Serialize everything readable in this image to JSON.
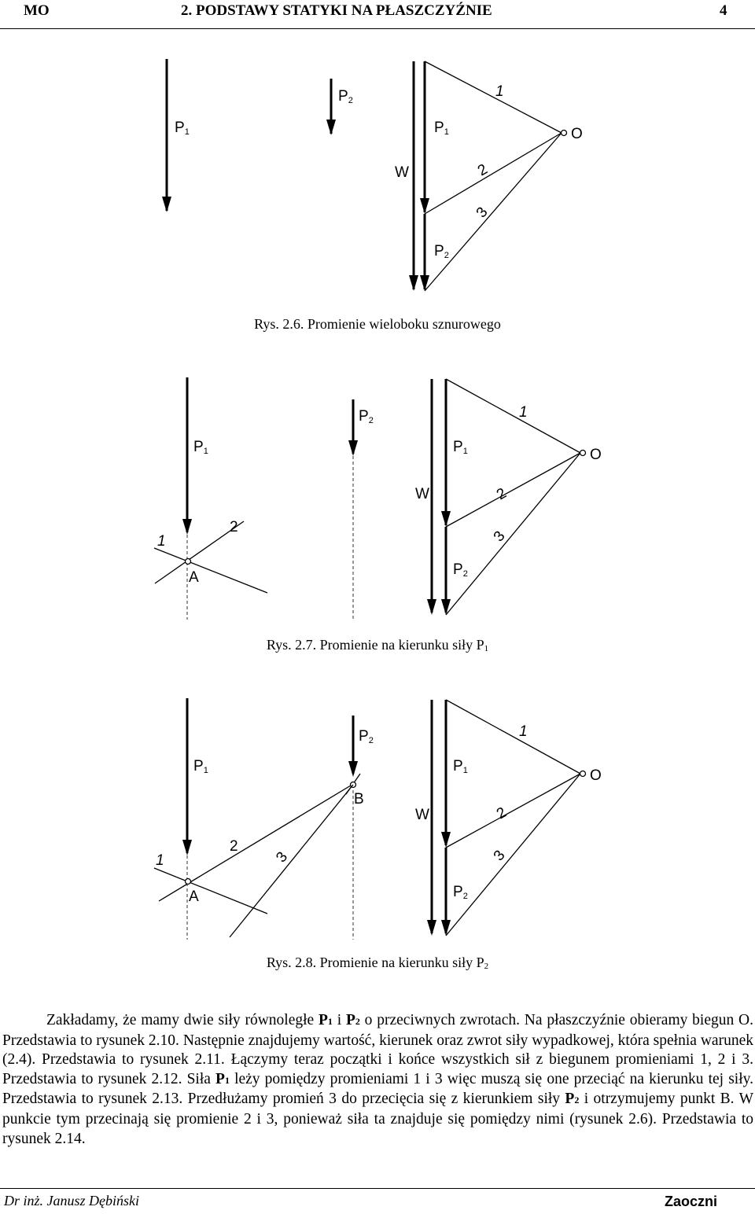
{
  "header": {
    "left": "MO",
    "title": "2. PODSTAWY STATYKI NA PŁASZCZYŹNIE",
    "page": "4"
  },
  "labels": {
    "P": "P",
    "sub1": "1",
    "sub2": "2",
    "W": "W",
    "O": "O",
    "A": "A",
    "B": "B",
    "ray1": "1",
    "ray2": "2",
    "ray3": "3"
  },
  "captions": {
    "fig6": "Rys. 2.6. Promienie wieloboku sznurowego",
    "fig7": "Rys. 2.7. Promienie na kierunku siły P",
    "fig7_sub": "1",
    "fig8": "Rys. 2.8. Promienie na kierunku siły P",
    "fig8_sub": "2"
  },
  "body": {
    "t1": "Zakładamy, że mamy dwie siły równoległe ",
    "p1": "P",
    "s1": "1",
    "t2": " i ",
    "p2": "P",
    "s2": "2",
    "t3": " o przeciwnych zwrotach. Na płaszczyźnie obieramy biegun O. Przedstawia to rysunek 2.10. Następnie znajdujemy wartość, kierunek oraz zwrot siły wypadkowej, która spełnia warunek (2.4). Przedstawia to rysunek 2.11. Łączymy teraz początki i końce wszystkich sił z biegunem promieniami 1, 2 i 3. Przedstawia to rysunek 2.12. Siła ",
    "p3": "P",
    "s3": "1",
    "t4": " leży pomiędzy promieniami 1 i 3 więc muszą się one przeciąć na kierunku tej siły. Przedstawia to rysunek 2.13. Przedłużamy promień 3 do przecięcia się z kierunkiem siły ",
    "p4": "P",
    "s4": "2",
    "t5": " i otrzymujemy punkt B. W punkcie tym przecinają się promienie 2 i 3, ponieważ siła ta znajduje się pomiędzy nimi (rysunek 2.6). Przedstawia to rysunek 2.14."
  },
  "footer": {
    "author": "Dr inż. Janusz Dębiński",
    "label": "Zaoczni"
  }
}
